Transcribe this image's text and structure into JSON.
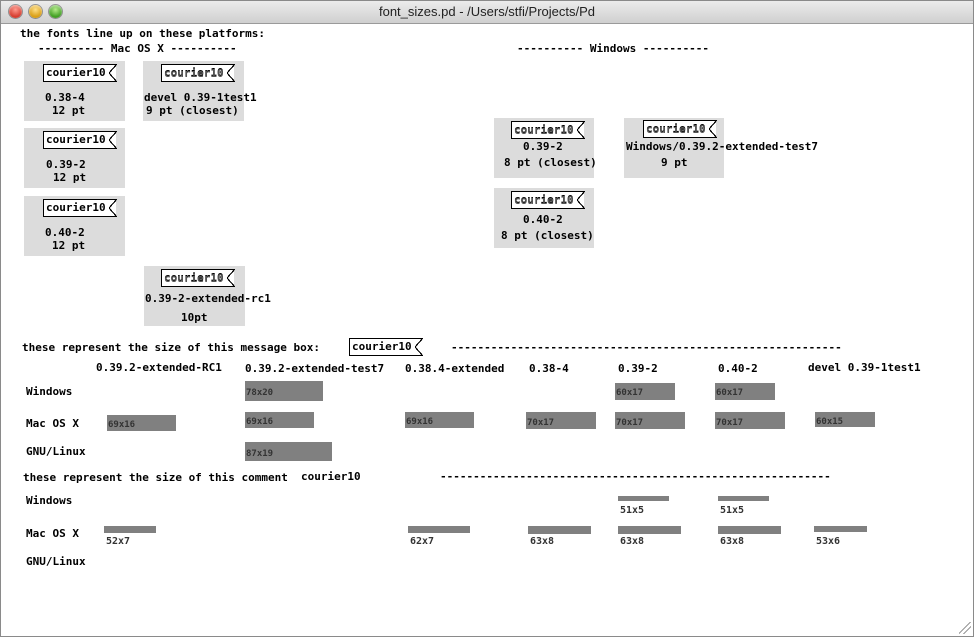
{
  "window": {
    "title": "font_sizes.pd  - /Users/stfi/Projects/Pd"
  },
  "header": {
    "intro": "the fonts line up on these platforms:",
    "macos_header": "---------- Mac OS X ----------",
    "windows_header": "---------- Windows ----------"
  },
  "boxes": {
    "message_label": "courier10",
    "mac_038": {
      "version": "0.38-4",
      "size": "12 pt"
    },
    "mac_devel": {
      "version": "devel 0.39-1test1",
      "size": "9 pt (closest)"
    },
    "mac_039": {
      "version": "0.39-2",
      "size": "12 pt"
    },
    "mac_040": {
      "version": "0.40-2",
      "size": "12 pt"
    },
    "mac_ext": {
      "version": "0.39-2-extended-rc1",
      "size": "10pt"
    },
    "win_039": {
      "version": "0.39-2",
      "size": "8 pt (closest)"
    },
    "win_ext": {
      "version": "Windows/0.39.2-extended-test7",
      "size": "9 pt"
    },
    "win_040": {
      "version": "0.40-2",
      "size": "8 pt (closest)"
    }
  },
  "message_section": {
    "intro": "these represent the size of this message box:",
    "dashes": "-----------------------------------------------------------",
    "columns": [
      "0.39.2-extended-RC1",
      "0.39.2-extended-test7",
      "0.38.4-extended",
      "0.38-4",
      "0.39-2",
      "0.40-2",
      "devel 0.39-1test1"
    ],
    "rows": [
      "Windows",
      "Mac OS X",
      "GNU/Linux"
    ],
    "bars": {
      "win_test7": "78x20",
      "win_039": "60x17",
      "win_040": "60x17",
      "mac_rc1": "69x16",
      "mac_test7": "69x16",
      "mac_0384ext": "69x16",
      "mac_0384": "70x17",
      "mac_039": "70x17",
      "mac_040": "70x17",
      "mac_devel": "60x15",
      "linux_test7": "87x19"
    }
  },
  "comment_section": {
    "intro": "these represent the size of this comment",
    "comment_label": "courier10",
    "dashes": "-----------------------------------------------------------",
    "rows": [
      "Windows",
      "Mac OS X",
      "GNU/Linux"
    ],
    "bars": {
      "win_039": "51x5",
      "win_040": "51x5",
      "mac_rc1": "52x7",
      "mac_0384ext": "62x7",
      "mac_0384": "63x8",
      "mac_039": "63x8",
      "mac_040": "63x8",
      "mac_devel": "53x6"
    }
  }
}
